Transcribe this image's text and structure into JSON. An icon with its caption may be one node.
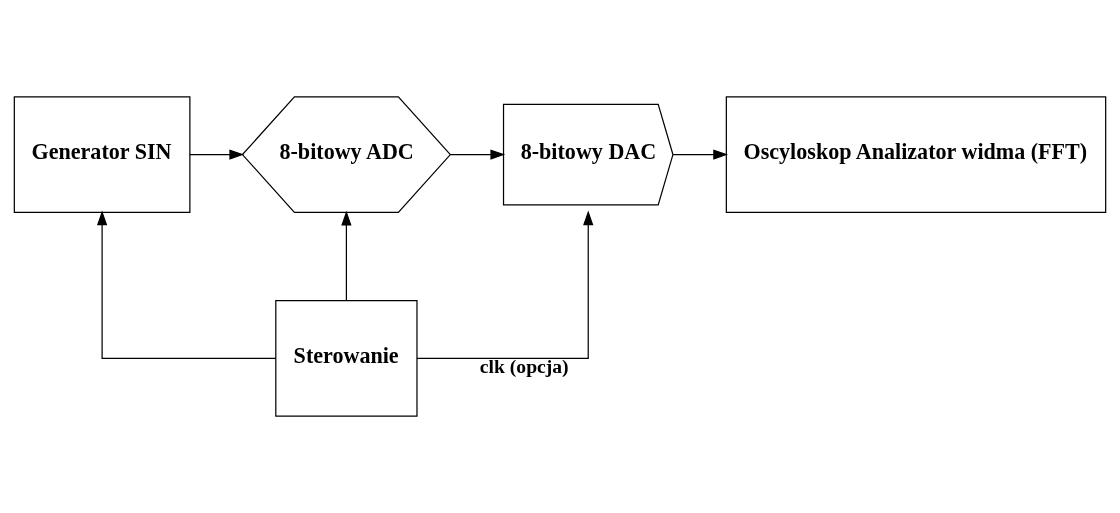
{
  "diagram": {
    "nodes": [
      {
        "text": [
          "Generator SIN"
        ]
      },
      {
        "text": [
          "8-bitowy ADC"
        ]
      },
      {
        "text": [
          "8-bitowy DAC"
        ]
      },
      {
        "text": [
          "Oscyloskop Analizator widma (FFT)"
        ]
      },
      {
        "text": [
          "Sterowanie"
        ]
      }
    ],
    "edges": [
      {
        "from": 0,
        "to": 1,
        "arrow": "to"
      },
      {
        "from": 1,
        "to": 2,
        "arrow": "to"
      },
      {
        "from": 2,
        "to": 3,
        "arrow": "to"
      },
      {
        "from": 4,
        "to": 0,
        "arrow": "to"
      },
      {
        "from": 4,
        "to": 1,
        "arrow": "to"
      },
      {
        "from": 4,
        "to": 2,
        "arrow": "to",
        "label": "clk (opcja)"
      }
    ]
  }
}
